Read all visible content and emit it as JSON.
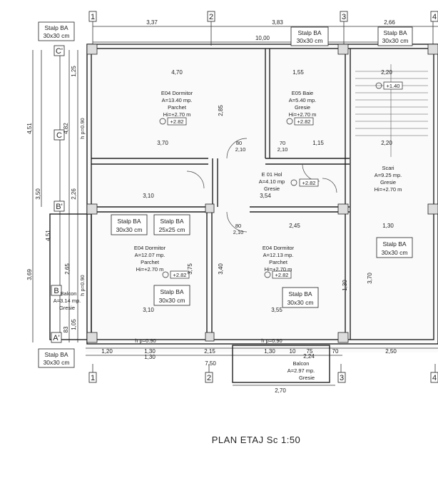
{
  "title": "PLAN ETAJ Sc 1:50",
  "axes_numbers": [
    "1",
    "2",
    "3",
    "4"
  ],
  "axes_letters": [
    "C'",
    "C",
    "B'",
    "B",
    "A'"
  ],
  "top_dimensions": [
    "3,37",
    "3,83",
    "2,66",
    "10,00"
  ],
  "bottom_dimensions": [
    "1,20",
    "1,30",
    "1,30",
    "2,15",
    "1,30",
    "10",
    "75",
    "70",
    "2,50",
    "7,50",
    "2,70"
  ],
  "left_dimensions": [
    "1,25",
    "4,51",
    "4,82",
    "3,50",
    "2,26",
    "3,69",
    "4,51",
    "1,05",
    "83"
  ],
  "interior_dimensions": [
    "4,70",
    "1,55",
    "2,20",
    "3,70",
    "1,15",
    "2,20",
    "3,10",
    "3,54",
    "2,45",
    "1,30",
    "3,10",
    "3,55",
    "2,85",
    "2,65",
    "3,75",
    "3,40",
    "3,70",
    "1,30"
  ],
  "door_labels": [
    "80",
    "2,10",
    "70",
    "2,10",
    "80",
    "2,10",
    "h p=0.90",
    "h p=0.90",
    "h p=0.90",
    "h p=0.90"
  ],
  "columns": [
    {
      "line1": "Stalp BA",
      "line2": "30x30 cm"
    },
    {
      "line1": "Stalp BA",
      "line2": "30x30 cm"
    },
    {
      "line1": "Stalp BA",
      "line2": "30x30 cm"
    },
    {
      "line1": "Stalp BA",
      "line2": "30x30 cm"
    },
    {
      "line1": "Stalp BA",
      "line2": "25x25 cm"
    },
    {
      "line1": "Stalp BA",
      "line2": "30x30 cm"
    },
    {
      "line1": "Stalp BA",
      "line2": "30x30 cm"
    },
    {
      "line1": "Stalp BA",
      "line2": "30x30 cm"
    },
    {
      "line1": "Stalp BA",
      "line2": "30x30 cm"
    }
  ],
  "rooms": [
    {
      "name": "E04 Dormitor",
      "area": "A=13.40 mp.",
      "floor": "Parchet",
      "height": "Hi=+2.70 m",
      "level": "+2.82"
    },
    {
      "name": "E05 Baie",
      "area": "A=5.40 mp.",
      "floor": "Gresie",
      "height": "Hi=+2.70 m",
      "level": "+2.82"
    },
    {
      "name": "E 01 Hol",
      "area": "A=4.10 mp",
      "floor": "Gresie",
      "height": "",
      "level": "+2.82"
    },
    {
      "name": "Scari",
      "area": "A=9.25 mp.",
      "floor": "Gresie",
      "height": "Hi=+2.70 m",
      "level": "+1.40"
    },
    {
      "name": "E04 Dormitor",
      "area": "A=12.07 mp.",
      "floor": "Parchet",
      "height": "Hi=+2.70 m",
      "level": "+2.82"
    },
    {
      "name": "E04 Dormitor",
      "area": "A=12.13 mp.",
      "floor": "Parchet",
      "height": "Hi=+2.70 m",
      "level": "+2.82"
    },
    {
      "name": "Balcon",
      "area": "A=3.14 mp.",
      "floor": "Gresie",
      "height": "",
      "level": ""
    },
    {
      "name": "Balcon",
      "area": "A=2.97 mp.",
      "floor": "Gresie",
      "height": "",
      "level": ""
    }
  ],
  "balcony_bottom_top_dim": "2,24",
  "colors": {
    "line": "#333333",
    "paper": "#ffffff",
    "fill": "#f1f1f1"
  }
}
